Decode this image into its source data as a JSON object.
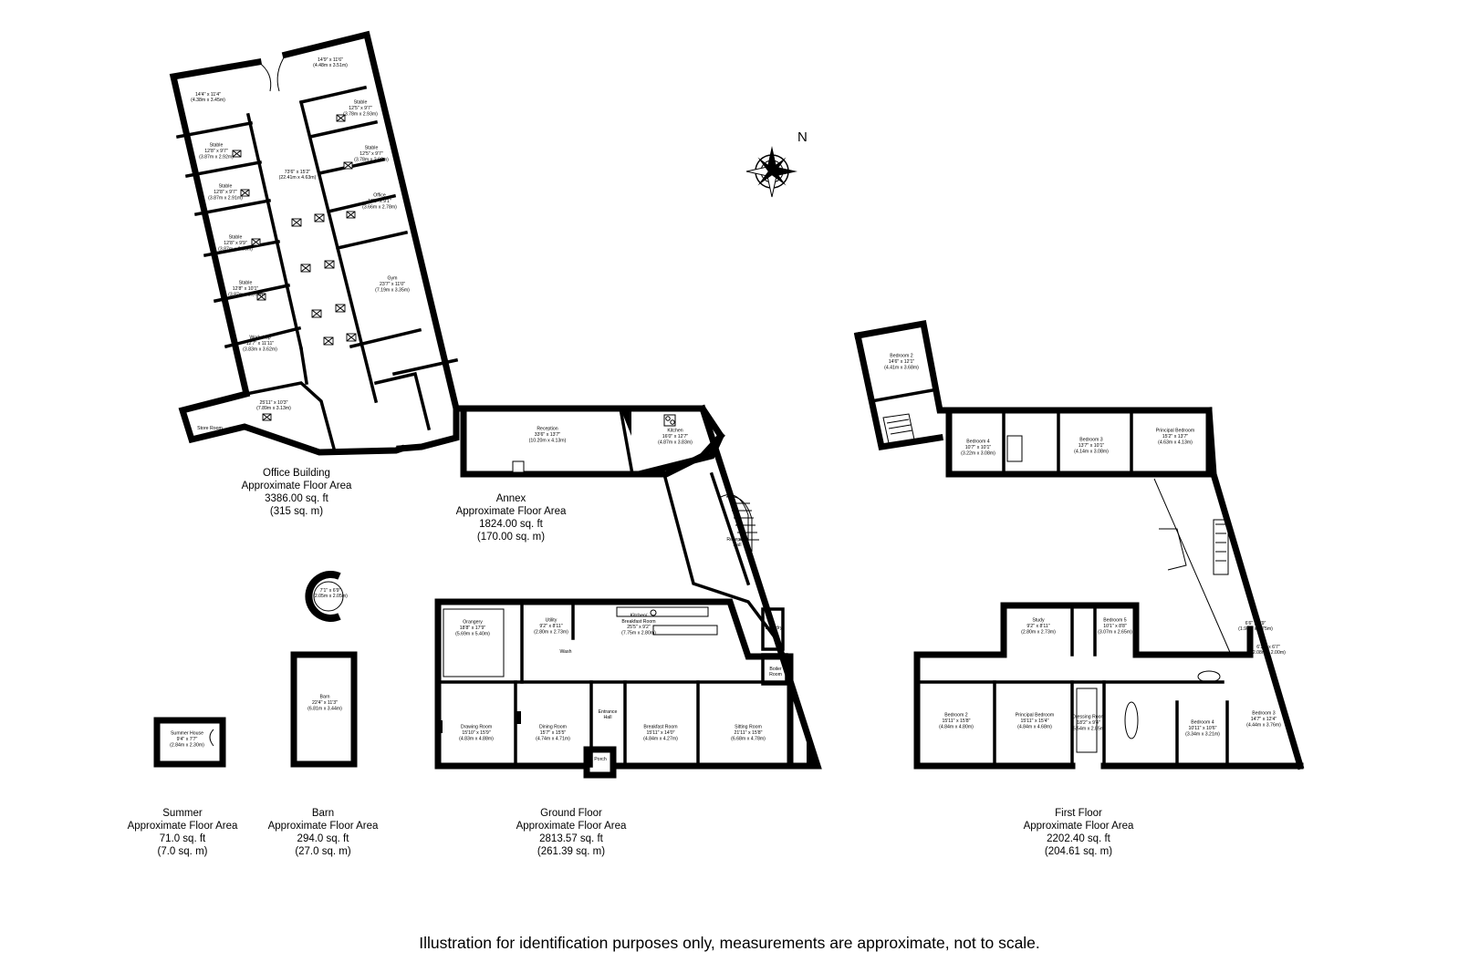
{
  "north_label": "N",
  "disclaimer": "Illustration for identification purposes only, measurements are approximate, not to scale.",
  "logo_letter": "C",
  "areas": {
    "office": [
      "Office Building",
      "Approximate Floor Area",
      "3386.00 sq. ft",
      "(315 sq. m)"
    ],
    "annex": [
      "Annex",
      "Approximate Floor Area",
      "1824.00 sq. ft",
      "(170.00 sq. m)"
    ],
    "summer": [
      "Summer",
      "Approximate Floor Area",
      "71.0 sq. ft",
      "(7.0 sq. m)"
    ],
    "barn": [
      "Barn",
      "Approximate Floor Area",
      "294.0 sq. ft",
      "(27.0 sq. m)"
    ],
    "ground": [
      "Ground Floor",
      "Approximate Floor Area",
      "2813.57 sq. ft",
      "(261.39 sq. m)"
    ],
    "first": [
      "First Floor",
      "Approximate Floor Area",
      "2202.40 sq. ft",
      "(204.61 sq. m)"
    ]
  },
  "rooms": {
    "office_14_4": [
      "14'4\" x 11'4\"",
      "(4.38m x 3.45m)"
    ],
    "office_14_9": [
      "14'9\" x 11'6\"",
      "(4.48m x 3.51m)"
    ],
    "stable_r1": [
      "Stable",
      "12'5\" x 9'7\"",
      "(3.78m x 2.93m)"
    ],
    "stable_r2": [
      "Stable",
      "12'5\" x 9'7\"",
      "(3.78m x 2.93m)"
    ],
    "office_room": [
      "Office",
      "12'0\" x 9'1\"",
      "(3.66m x 2.78m)"
    ],
    "gym": [
      "Gym",
      "23'7\" x 11'0\"",
      "(7.19m x 3.35m)"
    ],
    "stable_l1": [
      "Stable",
      "12'8\" x 9'7\"",
      "(3.87m x 2.92m)"
    ],
    "stable_l2": [
      "Stable",
      "12'8\" x 9'7\"",
      "(3.87m x 2.91m)"
    ],
    "stable_l3": [
      "Stable",
      "12'8\" x 9'9\"",
      "(3.87m x 2.96m)"
    ],
    "stable_l4": [
      "Stable",
      "12'8\" x 10'1\"",
      "(3.87m x 3.07m)"
    ],
    "workshop": [
      "Workshop",
      "12'7\" x 11'11\"",
      "(3.83m x 3.62m)"
    ],
    "central": [
      "73'6\" x 15'2\"",
      "(22.41m x 4.63m)"
    ],
    "hall_25": [
      "25'11\" x 10'3\"",
      "(7.89m x 3.13m)"
    ],
    "store": [
      "Store Room"
    ],
    "reception": [
      "Reception",
      "33'6\" x 13'7\"",
      "(10.20m x 4.13m)"
    ],
    "kitchen_annex": [
      "Kitchen",
      "16'0\" x 12'7\"",
      "(4.87m x 3.83m)"
    ],
    "reception_hall": [
      "Reception",
      "Hall"
    ],
    "rotunda": [
      "7'1\" x 6'9\"",
      "(2.05m x 2.05m)"
    ],
    "barn": [
      "Barn",
      "22'4\" x 11'3\"",
      "(6.81m x 3.44m)"
    ],
    "summer_house": [
      "Summer House",
      "9'4\" x 7'7\"",
      "(2.84m x 2.30m)"
    ],
    "orangery": [
      "Orangery",
      "18'8\" x 17'9\"",
      "(5.69m x 5.40m)"
    ],
    "utility": [
      "Utility",
      "9'2\" x 8'11\"",
      "(2.80m x 2.73m)"
    ],
    "wash": [
      "Wash"
    ],
    "kitchen_main": [
      "Kitchen/",
      "Breakfast Room",
      "25'5\" x 9'2\"",
      "(7.75m x 2.80m)"
    ],
    "laundry": [
      "Laundry"
    ],
    "boiler": [
      "Boiler",
      "Room"
    ],
    "drawing": [
      "Drawing Room",
      "15'10\" x 15'9\"",
      "(4.83m x 4.88m)"
    ],
    "dining": [
      "Dining Room",
      "15'7\" x 15'5\"",
      "(4.74m x 4.71m)"
    ],
    "entrance": [
      "Entrance",
      "Hall"
    ],
    "porch": [
      "Porch"
    ],
    "breakfast": [
      "Breakfast Room",
      "15'11\" x 14'0\"",
      "(4.84m x 4.27m)"
    ],
    "sitting": [
      "Sitting Room",
      "21'11\" x 15'8\"",
      "(6.68m x 4.78m)"
    ],
    "ff_bed2_top": [
      "Bedroom 2",
      "14'6\" x 12'1\"",
      "(4.41m x 3.68m)"
    ],
    "ff_bed4_top": [
      "Bedroom 4",
      "10'7\" x 10'1\"",
      "(3.22m x 3.08m)"
    ],
    "ff_bed3_top": [
      "Bedroom 3",
      "13'7\" x 10'1\"",
      "(4.14m x 3.08m)"
    ],
    "ff_principal_top": [
      "Principal Bedroom",
      "15'2\" x 13'7\"",
      "(4.63m x 4.13m)"
    ],
    "ff_study": [
      "Study",
      "9'2\" x 8'11\"",
      "(2.80m x 2.73m)"
    ],
    "ff_bed5": [
      "Bedroom 5",
      "10'1\" x 8'8\"",
      "(3.07m x 2.65m)"
    ],
    "ff_small_1": [
      "6'6\" x 5'9\"",
      "(1.98m x 1.75m)"
    ],
    "ff_small_2": [
      "6'10\" x 6'7\"",
      "(2.08m x 2.00m)"
    ],
    "ff_bed2": [
      "Bedroom 2",
      "15'11\" x 15'8\"",
      "(4.84m x 4.80m)"
    ],
    "ff_principal": [
      "Principal Bedroom",
      "15'11\" x 15'4\"",
      "(4.84m x 4.68m)"
    ],
    "ff_dressing": [
      "Dressing Room",
      "18'2\" x 9'4\"",
      "(5.54m x 2.85m)"
    ],
    "ff_bed4": [
      "Bedroom 4",
      "10'11\" x 10'6\"",
      "(3.34m x 3.21m)"
    ],
    "ff_bed3": [
      "Bedroom 3",
      "14'7\" x 12'4\"",
      "(4.44m x 3.76m)"
    ]
  }
}
